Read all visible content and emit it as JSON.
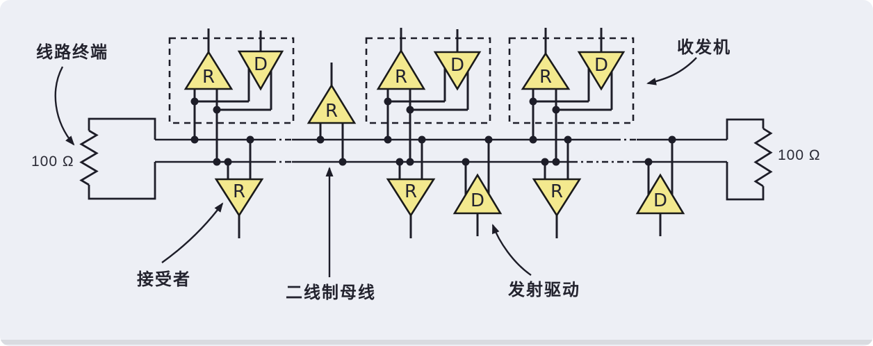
{
  "diagram": {
    "labels": {
      "line_termination": "线路终端",
      "transceiver": "收发机",
      "receiver_annotation": "接受者",
      "two_wire_bus": "二线制母线",
      "transmit_driver": "发射驱动",
      "left_termination_value": "100 Ω",
      "right_termination_value": "100 Ω"
    },
    "gate_letters": {
      "receiver": "R",
      "driver": "D"
    },
    "structure": {
      "bus_wire_count": 2,
      "transceiver_box_count": 3,
      "gates_per_transceiver_box": [
        "R",
        "D"
      ],
      "standalone_receivers_above_bus": 1,
      "receivers_below_bus": 3,
      "drivers_below_bus": 2,
      "termination_resistors": [
        {
          "side": "left",
          "value": "100 Ω"
        },
        {
          "side": "right",
          "value": "100 Ω"
        }
      ]
    },
    "colors": {
      "background": "#edeff5",
      "line": "#1d1d28",
      "triangle_fill": "#f3e98e",
      "triangle_stroke": "#1a1a1a",
      "text": "#23232e",
      "bottom_edge": "#d9dbe0"
    }
  }
}
